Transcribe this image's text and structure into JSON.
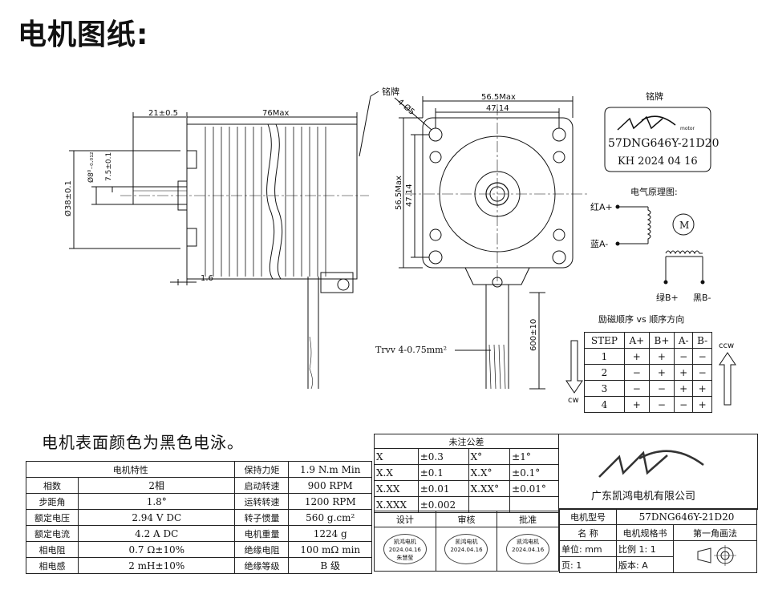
{
  "title": "电机图纸:",
  "coating_note": "电机表面颜色为黑色电泳。",
  "side_view": {
    "dim_length": "76Max",
    "dim_shaft": "21±0.5",
    "dim_shaft_dia": "Ø8⁰₋₀.₀₁₂",
    "dim_flat": "7.5±0.1",
    "dim_boss": "Ø38±0.1",
    "dim_boss_height": "1.6",
    "nameplate_label": "铭牌"
  },
  "front_view": {
    "dim_max": "56.5Max",
    "dim_hole_pitch": "47.14",
    "dim_max_v": "56.5Max",
    "dim_hole_pitch_v": "47.14",
    "dim_holes": "4-Ø5",
    "dim_lead": "600±10",
    "wire_spec": "Trvv 4-0.75mm²"
  },
  "nameplate": {
    "label": "铭牌",
    "brand": "motor",
    "model": "57DNG646Y-21D20",
    "date": "KH 2024 04 16"
  },
  "schematic": {
    "title": "电气原理图:",
    "a_plus": "红A+",
    "a_minus": "蓝A-",
    "b_plus": "绿B+",
    "b_minus": "黑B-",
    "motor_symbol": "M"
  },
  "sequence": {
    "title": "励磁顺序 vs 顺序方向",
    "header": [
      "STEP",
      "A+",
      "B+",
      "A-",
      "B-"
    ],
    "rows": [
      [
        "1",
        "+",
        "+",
        "−",
        "−"
      ],
      [
        "2",
        "−",
        "+",
        "+",
        "−"
      ],
      [
        "3",
        "−",
        "−",
        "+",
        "+"
      ],
      [
        "4",
        "+",
        "−",
        "−",
        "+"
      ]
    ],
    "cw": "cw",
    "ccw": "ccw"
  },
  "specs": {
    "title": "电机特性",
    "left": [
      {
        "label": "相数",
        "value": "2相"
      },
      {
        "label": "步距角",
        "value": "1.8°"
      },
      {
        "label": "额定电压",
        "value": "2.94 V DC"
      },
      {
        "label": "额定电流",
        "value": "4.2 A DC"
      },
      {
        "label": "相电阻",
        "value": "0.7 Ω±10%"
      },
      {
        "label": "相电感",
        "value": "2 mH±10%"
      }
    ],
    "right": [
      {
        "label": "保持力矩",
        "value": "1.9 N.m Min"
      },
      {
        "label": "启动转速",
        "value": "900 RPM"
      },
      {
        "label": "运转转速",
        "value": "1200 RPM"
      },
      {
        "label": "转子惯量",
        "value": "560 g.cm²"
      },
      {
        "label": "电机重量",
        "value": "1224 g"
      },
      {
        "label": "绝缘电阻",
        "value": "100 mΩ min"
      },
      {
        "label": "绝缘等级",
        "value": "B 级"
      }
    ]
  },
  "tolerance": {
    "title": "未注公差",
    "rows": [
      [
        "X",
        "±0.3",
        "X°",
        "±1°"
      ],
      [
        "X.X",
        "±0.1",
        "X.X°",
        "±0.1°"
      ],
      [
        "X.XX",
        "±0.01",
        "X.XX°",
        "±0.01°"
      ],
      [
        "X.XXX",
        "±0.002",
        "",
        ""
      ]
    ]
  },
  "approval": {
    "headers": [
      "设计",
      "审核",
      "批准"
    ],
    "stamp_company": "凯鸿电机",
    "stamp_date": "2024.04.16",
    "designer": "朱慧莹"
  },
  "company": {
    "name": "广东凯鸿电机有限公司",
    "model_label": "电机型号",
    "model_value": "57DNG646Y-21D20",
    "name_label": "名 称",
    "name_value": "电机规格书",
    "projection": "第一角画法",
    "unit_label": "单位: mm",
    "scale_label": "比例 1: 1",
    "page_label": "页: 1",
    "version_label": "版本: A"
  }
}
